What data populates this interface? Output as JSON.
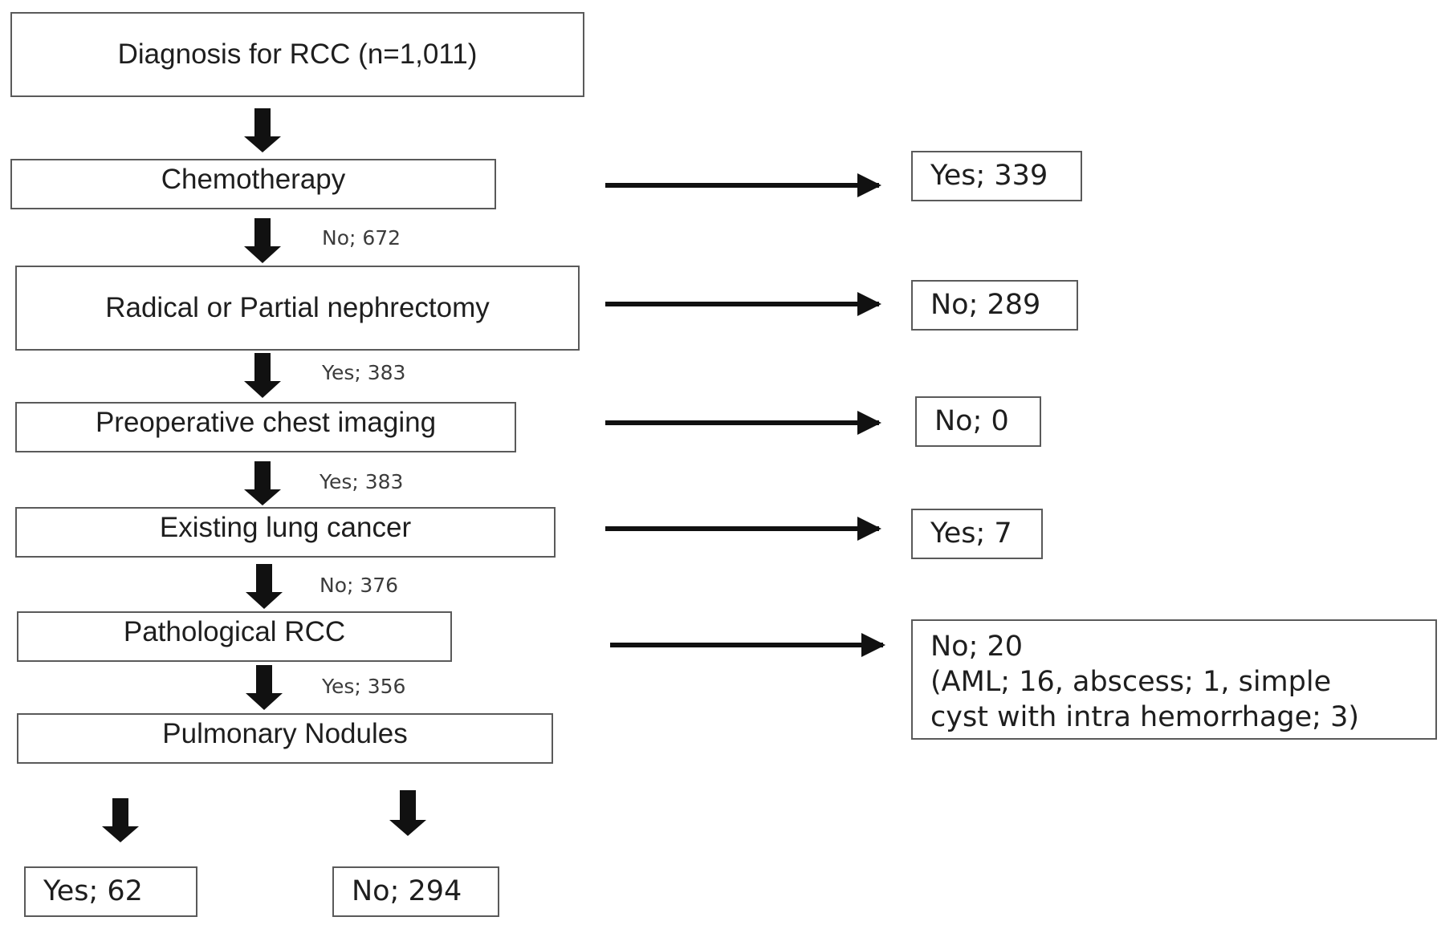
{
  "main_flow": {
    "diagnosis": "Diagnosis for RCC (n=1,011)",
    "chemotherapy": "Chemotherapy",
    "nephrectomy": "Radical or Partial nephrectomy",
    "chest_imaging": "Preoperative chest imaging",
    "lung_cancer": "Existing lung cancer",
    "pathological": "Pathological RCC",
    "nodules": "Pulmonary Nodules"
  },
  "branch_labels": {
    "after_chemo": "No; 672",
    "after_nephrectomy": "Yes; 383",
    "after_imaging": "Yes; 383",
    "after_lung_cancer": "No; 376",
    "after_pathological": "Yes; 356"
  },
  "excluded": {
    "chemo_yes": "Yes; 339",
    "nephrectomy_no": "No; 289",
    "imaging_no": "No; 0",
    "lung_cancer_yes": "Yes; 7",
    "pathological_no": {
      "line1": "No; 20",
      "line2": "(AML; 16, abscess; 1, simple",
      "line3": "cyst with intra hemorrhage; 3)"
    }
  },
  "outcomes": {
    "nodules_yes": "Yes; 62",
    "nodules_no": "No; 294"
  }
}
